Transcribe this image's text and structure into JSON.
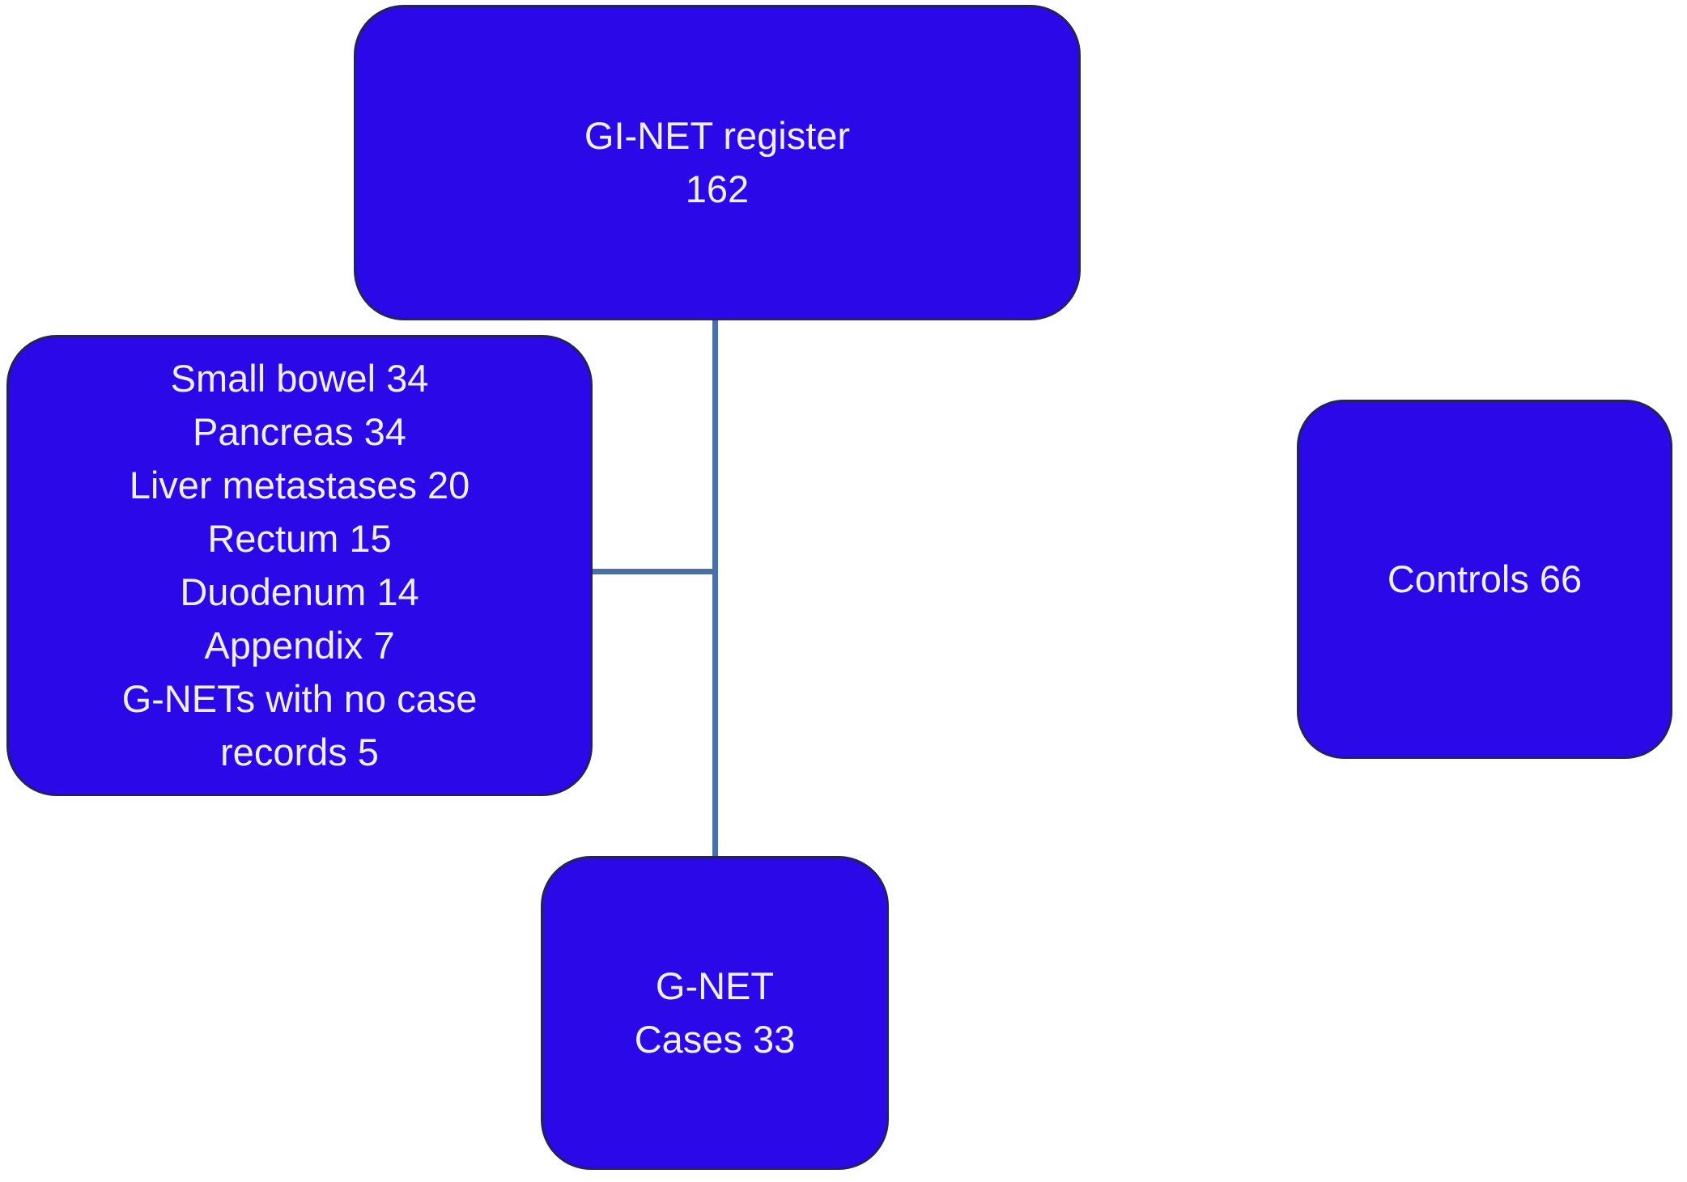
{
  "colors": {
    "background": "#ffffff",
    "box_fill": "#2b08e8",
    "box_border": "#23215f",
    "connector": "#4a70a8",
    "text": "#f2eef8"
  },
  "nodes": {
    "register": {
      "lines": [
        "GI-NET register",
        "162"
      ]
    },
    "excluded": {
      "lines": [
        "Small bowel 34",
        "Pancreas 34",
        "Liver metastases 20",
        "Rectum 15",
        "Duodenum 14",
        "Appendix 7",
        "G-NETs with no case",
        "records 5"
      ]
    },
    "controls": {
      "lines": [
        "Controls 66"
      ]
    },
    "cases": {
      "lines": [
        "G-NET",
        "Cases 33"
      ]
    }
  }
}
